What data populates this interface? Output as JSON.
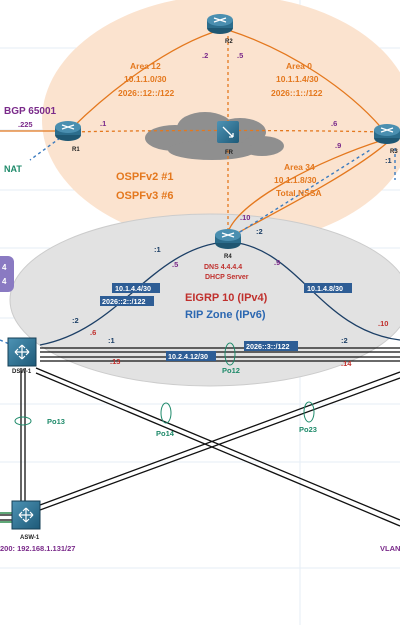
{
  "colors": {
    "ospf_area": "#fbe3cf",
    "eigrp_area": "#e2e2e2",
    "ospf_text": "#e4781e",
    "eigrp_text": "#c0302d",
    "rip_text": "#2b67b1",
    "bgp_text": "#7a2a8a",
    "green_text": "#1e8a6a",
    "label_box": "#2e5d95",
    "vlan_text": "#7a2a8a"
  },
  "routers": {
    "r1": "R1",
    "r2": "R2",
    "r3": "R3",
    "r4": "R4",
    "fr": "FR"
  },
  "switches": {
    "dsw1": "DSW-1",
    "asw1": "ASW-1"
  },
  "routing": {
    "bgp": "BGP 65001",
    "ospfv2": "OSPFv2 #1",
    "ospfv3": "OSPFv3 #6",
    "eigrp": "EIGRP 10 (IPv4)",
    "rip": "RIP Zone (IPv6)",
    "nat": "NAT"
  },
  "areas": {
    "area12": {
      "name": "Area 12",
      "v4": "10.1.1.0/30",
      "v6": "2026::12::/122"
    },
    "area0": {
      "name": "Area 0",
      "v4": "10.1.1.4/30",
      "v6": "2026::1::/122"
    },
    "area34": {
      "name": "Area 34",
      "v4": "10.1.1.8/30",
      "v6": "Total NSSA"
    }
  },
  "r4_info": {
    "dns": "DNS 4.4.4.4",
    "dhcp": "DHCP Server"
  },
  "subnets": {
    "s1": "10.1.4.4/30",
    "s2": "2026::2::/122",
    "s3": "10.1.4.8/30",
    "s4": "10.2.4.12/30",
    "s5": "2026::3::/122"
  },
  "ports": {
    "r1_225": ".225",
    "r1_1": ".1",
    "r2_2": ".2",
    "r2_5": ".5",
    "r3_6": ".6",
    "r3_9": ".9",
    "r3_1": ":1",
    "r4_10": ".10",
    "r4_2": ":2",
    "r4_1": ":1",
    "r4_5": ".5",
    "r4_9": ".9",
    "dsw_2": ":2",
    "dsw_6": ".6",
    "dsw_1": ":1",
    "dsw_13": ".13",
    "right_2": ":2",
    "right_14": ".14",
    "right_10": ".10"
  },
  "portchannels": {
    "po12": "Po12",
    "po13": "Po13",
    "po14": "Po14",
    "po23": "Po23"
  },
  "left_badge": {
    "l1": "4",
    "l2": "4"
  },
  "vlans": {
    "left": "200:  192.168.1.131/27",
    "right": "VLAN"
  }
}
